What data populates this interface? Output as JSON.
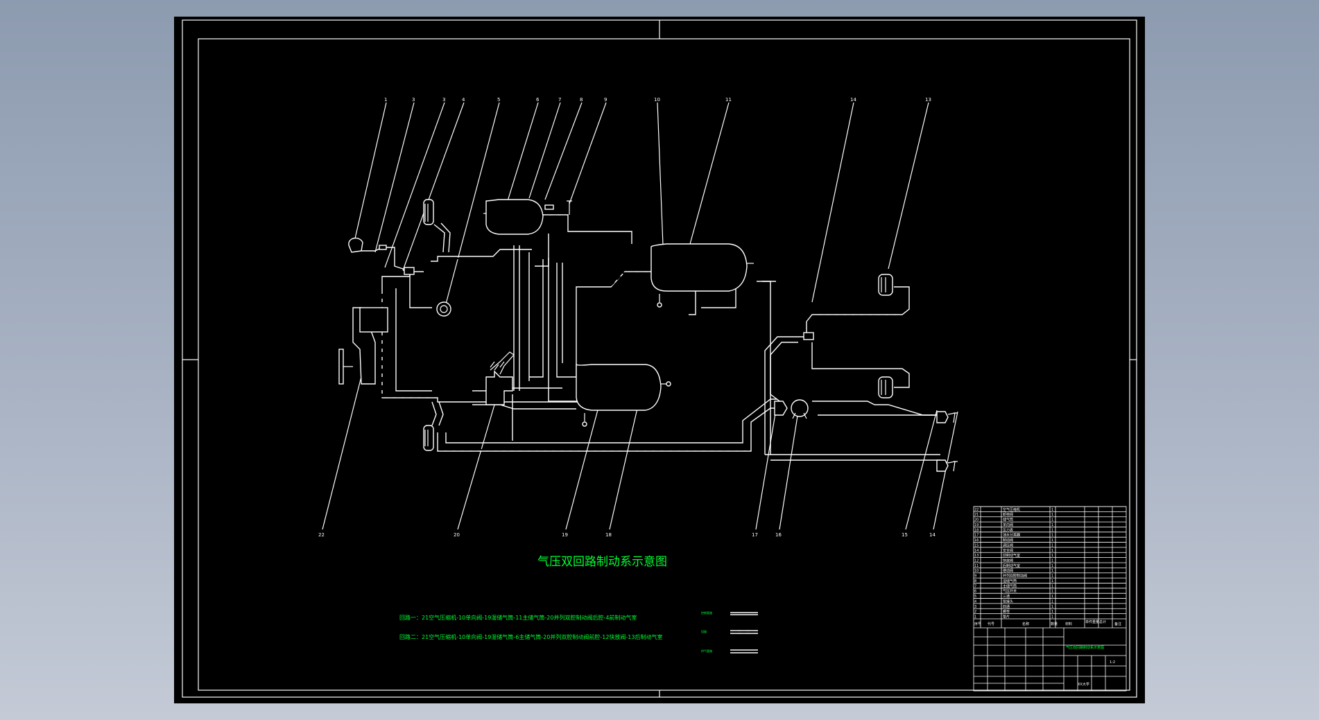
{
  "title": "气压双回路制动系示意图",
  "circuits": [
    "回路一：21空气压缩机-10单向阀-19湿储气筒-11主储气筒-20并列双腔制动阀后腔-4前制动气室",
    "回路二：21空气压缩机-10单向阀-19湿储气筒-6主储气筒-20并列双腔制动阀前腔-12快放阀-13后制动气室"
  ],
  "legend": [
    "控制管路",
    "回路",
    "供气管路"
  ],
  "callouts_top": [
    "1",
    "3",
    "3",
    "4",
    "5",
    "6",
    "7",
    "8",
    "9",
    "10",
    "11",
    "14",
    "13"
  ],
  "callouts_bottom": [
    "22",
    "20",
    "19",
    "18",
    "17",
    "16",
    "15",
    "14"
  ],
  "title_block": {
    "drawing_name": "气压双回路制动系示意图",
    "school": "XX大学",
    "scale": "1:2",
    "header": [
      "序号",
      "代号",
      "名称",
      "数量",
      "材料",
      "单件重量",
      "总计",
      "备注"
    ],
    "parts": [
      "空气压缩机",
      "卸荷阀",
      "储气筒",
      "单向阀",
      "压力表",
      "油水分离器",
      "制动阀",
      "调压阀",
      "安全阀",
      "前制动气室",
      "快放阀",
      "后制动气室",
      "继动阀",
      "并列双腔制动阀",
      "湿储气筒",
      "主储气筒",
      "气压开关",
      "三通",
      "管接头",
      "四通",
      "螺栓",
      "垫片"
    ]
  },
  "colors": {
    "background": "#000000",
    "line": "#ffffff",
    "text_green": "#00ff33"
  }
}
